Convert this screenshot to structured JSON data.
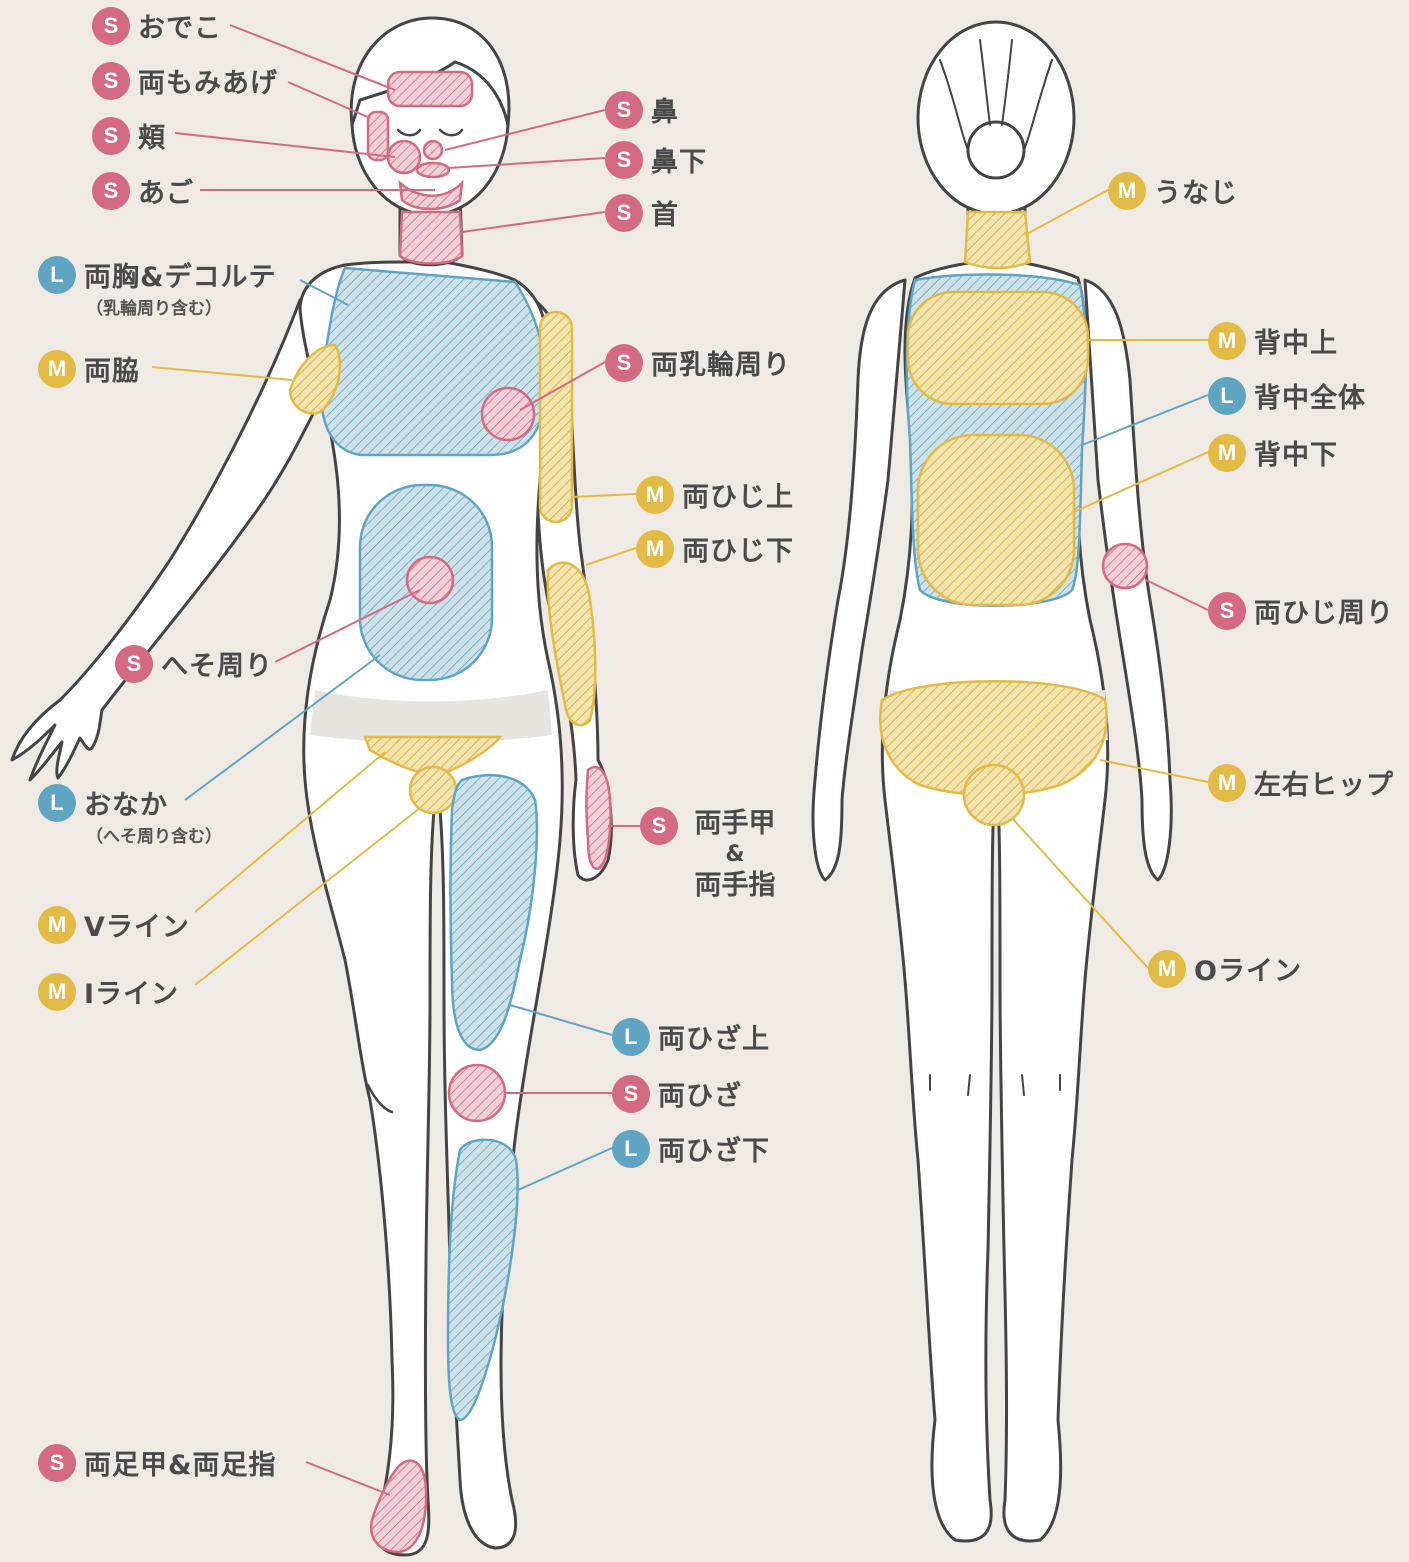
{
  "colors": {
    "S": "#d46a82",
    "M": "#e2bb47",
    "L": "#5fa5c1",
    "background": "#efebe4",
    "body": "#ffffff",
    "outline": "#444444"
  },
  "badges": {
    "S": "S",
    "M": "M",
    "L": "L"
  },
  "front": {
    "forehead": {
      "size": "S",
      "label": "おでこ"
    },
    "sideburns": {
      "size": "S",
      "label": "両もみあげ"
    },
    "cheeks": {
      "size": "S",
      "label": "頬"
    },
    "chin": {
      "size": "S",
      "label": "あご"
    },
    "nose": {
      "size": "S",
      "label": "鼻"
    },
    "under_nose": {
      "size": "S",
      "label": "鼻下"
    },
    "neck": {
      "size": "S",
      "label": "首"
    },
    "chest": {
      "size": "L",
      "label": "両胸&デコルテ",
      "note": "（乳輪周り含む）"
    },
    "armpits": {
      "size": "M",
      "label": "両脇"
    },
    "areola": {
      "size": "S",
      "label": "両乳輪周り"
    },
    "upper_arm": {
      "size": "M",
      "label": "両ひじ上"
    },
    "lower_arm": {
      "size": "M",
      "label": "両ひじ下"
    },
    "navel": {
      "size": "S",
      "label": "へそ周り"
    },
    "stomach": {
      "size": "L",
      "label": "おなか",
      "note": "（へそ周り含む）"
    },
    "hands": {
      "size": "S",
      "line1": "両手甲",
      "amp": "&",
      "line2": "両手指"
    },
    "v_line": {
      "size": "M",
      "label": "Vライン"
    },
    "i_line": {
      "size": "M",
      "label": "Iライン"
    },
    "thigh": {
      "size": "L",
      "label": "両ひざ上"
    },
    "knee": {
      "size": "S",
      "label": "両ひざ"
    },
    "shin": {
      "size": "L",
      "label": "両ひざ下"
    },
    "feet": {
      "size": "S",
      "label": "両足甲&両足指"
    }
  },
  "back": {
    "nape": {
      "size": "M",
      "label": "うなじ"
    },
    "upper_back": {
      "size": "M",
      "label": "背中上"
    },
    "whole_back": {
      "size": "L",
      "label": "背中全体"
    },
    "lower_back": {
      "size": "M",
      "label": "背中下"
    },
    "elbow": {
      "size": "S",
      "label": "両ひじ周り"
    },
    "hip": {
      "size": "M",
      "label": "左右ヒップ"
    },
    "o_line": {
      "size": "M",
      "label": "Oライン"
    }
  }
}
